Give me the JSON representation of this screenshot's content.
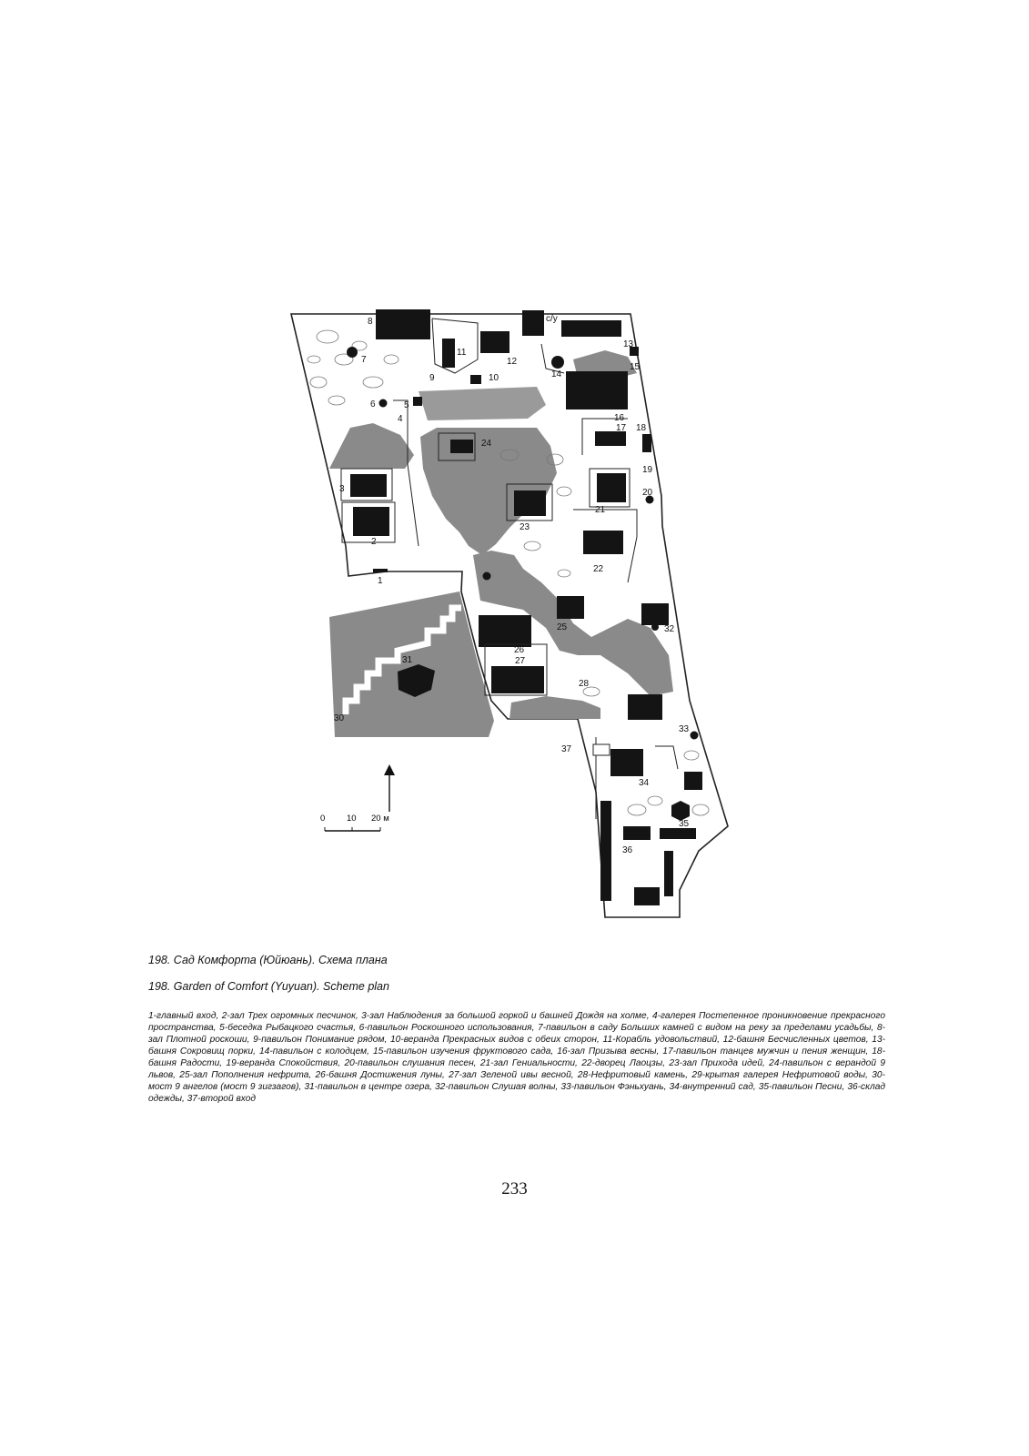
{
  "figure": {
    "labels": [
      "1",
      "2",
      "3",
      "4",
      "5",
      "6",
      "7",
      "8",
      "9",
      "10",
      "11",
      "12",
      "13",
      "14",
      "15",
      "16",
      "17",
      "18",
      "19",
      "20",
      "21",
      "22",
      "23",
      "24",
      "25",
      "26",
      "27",
      "28",
      "30",
      "31",
      "32",
      "33",
      "34",
      "35",
      "36",
      "37",
      "с/у"
    ],
    "scale_bar": {
      "ticks": [
        "0",
        "10",
        "20 м"
      ]
    },
    "north_arrow_icon": "arrow-up-icon"
  },
  "captions": {
    "ru": "198. Сад Комфорта (Юйюань). Схема плана",
    "en": "198. Garden of Comfort (Yuyuan). Scheme plan"
  },
  "legend": "1-главный вход, 2-зал Трех огромных песчинок, 3-зал Наблюдения за большой горкой и башней Дождя на холме, 4-галерея Постепенное проникновение прекрасного пространства, 5-беседка Рыбацкого счастья, 6-павильон Роскошного использования, 7-павильон в саду Больших камней с видом на реку за пределами усадьбы, 8-зал Плотной роскоши, 9-павильон Понимание рядом, 10-веранда Прекрасных видов с обеих сторон, 11-Корабль удовольствий, 12-башня Бесчисленных цветов, 13-башня Сокровищ порки, 14-павильон с колодцем, 15-павильон изучения фруктового сада, 16-зал Призыва весны, 17-павильон танцев мужчин и пения женщин, 18-башня Радости, 19-веранда Спокойствия, 20-павильон слушания песен, 21-зал Гениальности, 22-дворец Лаоцзы, 23-зал Прихода идей, 24-павильон с верандой 9 львов, 25-зал Пополнения нефрита, 26-башня Достижения луны, 27-зал Зеленой ивы весной, 28-Нефритовый камень, 29-крытая галерея Нефритовой воды, 30-мост 9 ангелов (мост 9 зигзагов), 31-павильон в центре озера, 32-павильон Слушая волны, 33-павильон Фэньхуань, 34-внутренний сад, 35-павильон Песни, 36-склад одежды, 37-второй вход",
  "page_number": "233",
  "colors": {
    "building": "#141414",
    "water": "#8a8a8a",
    "ground": "#ffffff",
    "outline": "#222222"
  }
}
